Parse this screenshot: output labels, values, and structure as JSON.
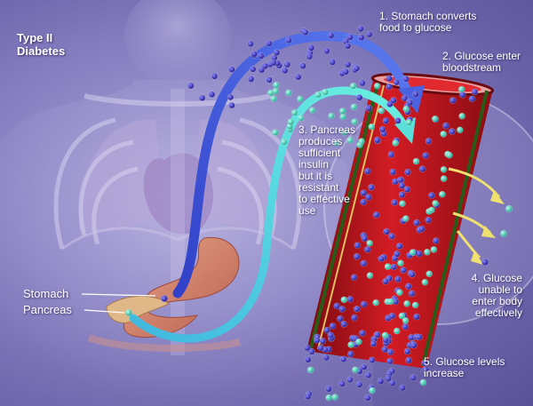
{
  "title_line1": "Type II",
  "title_line2": "Diabetes",
  "steps": {
    "s1_line1": "1. Stomach converts",
    "s1_line2": "food to glucose",
    "s2_line1": "2. Glucose enter",
    "s2_line2": "bloodstream",
    "s3_line1": "3. Pancreas",
    "s3_line2": "produces",
    "s3_line3": "sufficient",
    "s3_line4": "insulin",
    "s3_line5": "but it is",
    "s3_line6": "resistant",
    "s3_line7": "to effective",
    "s3_line8": "use",
    "s4_line1": "4. Glucose",
    "s4_line2": "unable to",
    "s4_line3": "enter body",
    "s4_line4": "effectively",
    "s5_line1": "5. Glucose levels",
    "s5_line2": "increase"
  },
  "organs": {
    "stomach": "Stomach",
    "pancreas": "Pancreas"
  },
  "colors": {
    "background": "#8a83c3",
    "blood_vessel": "#c0141c",
    "glucose_molecule": "#3a2fb0",
    "insulin_molecule": "#3fc8b0",
    "glucose_arrow": "#3050d8",
    "insulin_arrow": "#40d8d0"
  }
}
